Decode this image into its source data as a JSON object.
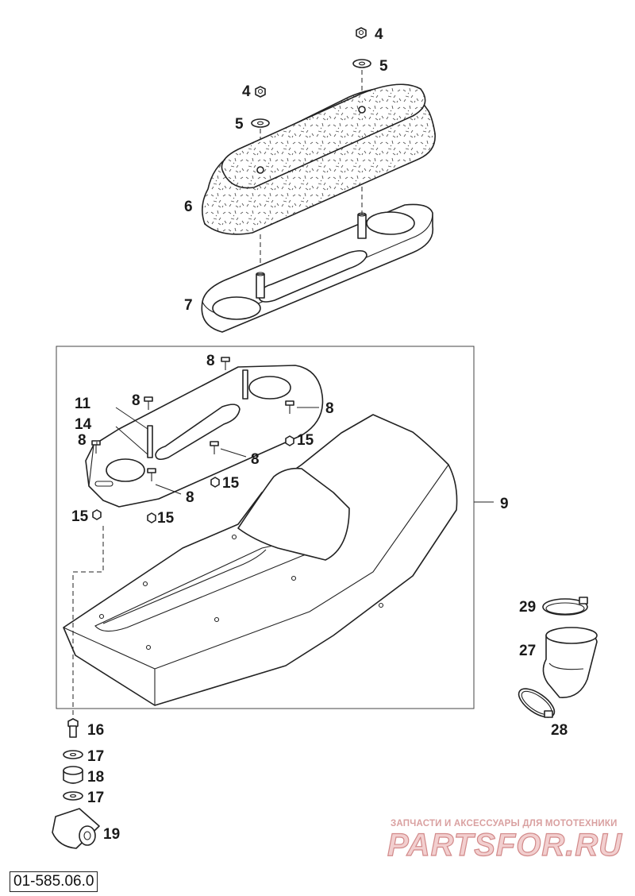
{
  "diagram": {
    "reference": "01-585.06.0",
    "callouts": {
      "c4a": "4",
      "c5a": "5",
      "c4b": "4",
      "c5b": "5",
      "c6": "6",
      "c7": "7",
      "c8a": "8",
      "c8b": "8",
      "c8c": "8",
      "c8d": "8",
      "c8e": "8",
      "c8f": "8",
      "c11": "11",
      "c14": "14",
      "c15a": "15",
      "c15b": "15",
      "c15c": "15",
      "c15d": "15",
      "c9": "9",
      "c29": "29",
      "c27": "27",
      "c28": "28",
      "c16": "16",
      "c17a": "17",
      "c18": "18",
      "c17b": "17",
      "c19": "19"
    }
  },
  "watermark": {
    "tagline": "ЗАПЧАСТИ И АКСЕССУАРЫ ДЛЯ МОТОТЕХНИКИ",
    "logo": "PARTSFOR.RU",
    "logo_color": "#d28a8a"
  }
}
